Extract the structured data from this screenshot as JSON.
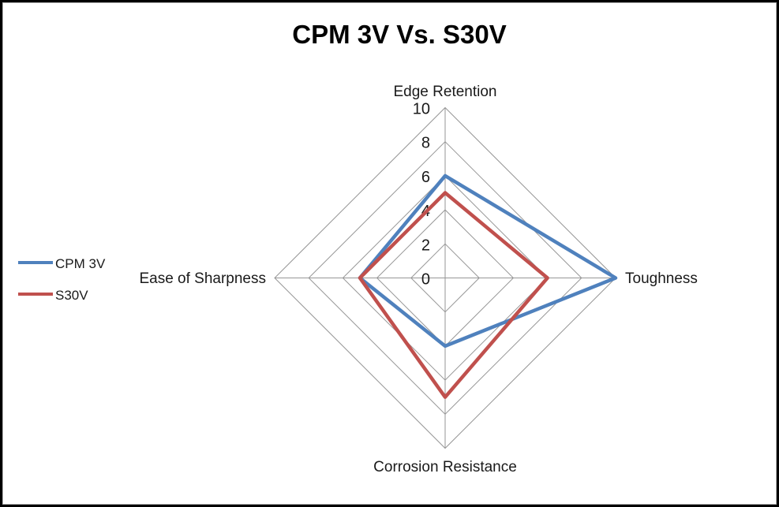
{
  "title": "CPM 3V Vs. S30V",
  "chart_data": {
    "type": "radar",
    "title": "CPM 3V Vs. S30V",
    "categories": [
      "Edge Retention",
      "Toughness",
      "Corrosion Resistance",
      "Ease of Sharpness"
    ],
    "series": [
      {
        "name": "CPM 3V",
        "color": "#4F81BD",
        "values": [
          6,
          10,
          4,
          5
        ]
      },
      {
        "name": "S30V",
        "color": "#C0504D",
        "values": [
          5,
          6,
          7,
          5
        ]
      }
    ],
    "ticks": [
      0,
      2,
      4,
      6,
      8,
      10
    ],
    "rmin": 0,
    "rmax": 10,
    "grid": true,
    "grid_color": "#969696",
    "fill": "none",
    "legend_position": "left"
  }
}
